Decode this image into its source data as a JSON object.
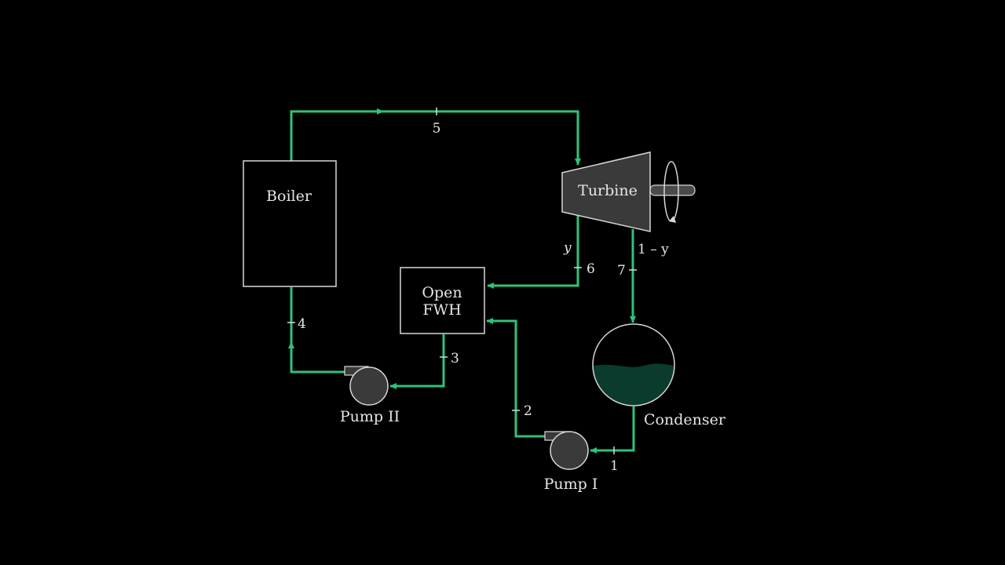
{
  "components": {
    "boiler": "Boiler",
    "turbine": "Turbine",
    "open_fwh_line1": "Open",
    "open_fwh_line2": "FWH",
    "condenser": "Condenser",
    "pump1": "Pump I",
    "pump2": "Pump II"
  },
  "states": {
    "s1": "1",
    "s2": "2",
    "s3": "3",
    "s4": "4",
    "s5": "5",
    "s6": "6",
    "s7": "7"
  },
  "fractions": {
    "extraction": "y",
    "remainder": "1 – y"
  },
  "colors": {
    "background": "#000000",
    "pipe": "#2fc27a",
    "equipment_fill": "#3a3a3a",
    "outline": "#d8d8d8",
    "condensate": "#0a3b2c",
    "text": "#e6e6e6"
  },
  "icons": {
    "shaft_rotation": "rotation-arrow-icon"
  }
}
